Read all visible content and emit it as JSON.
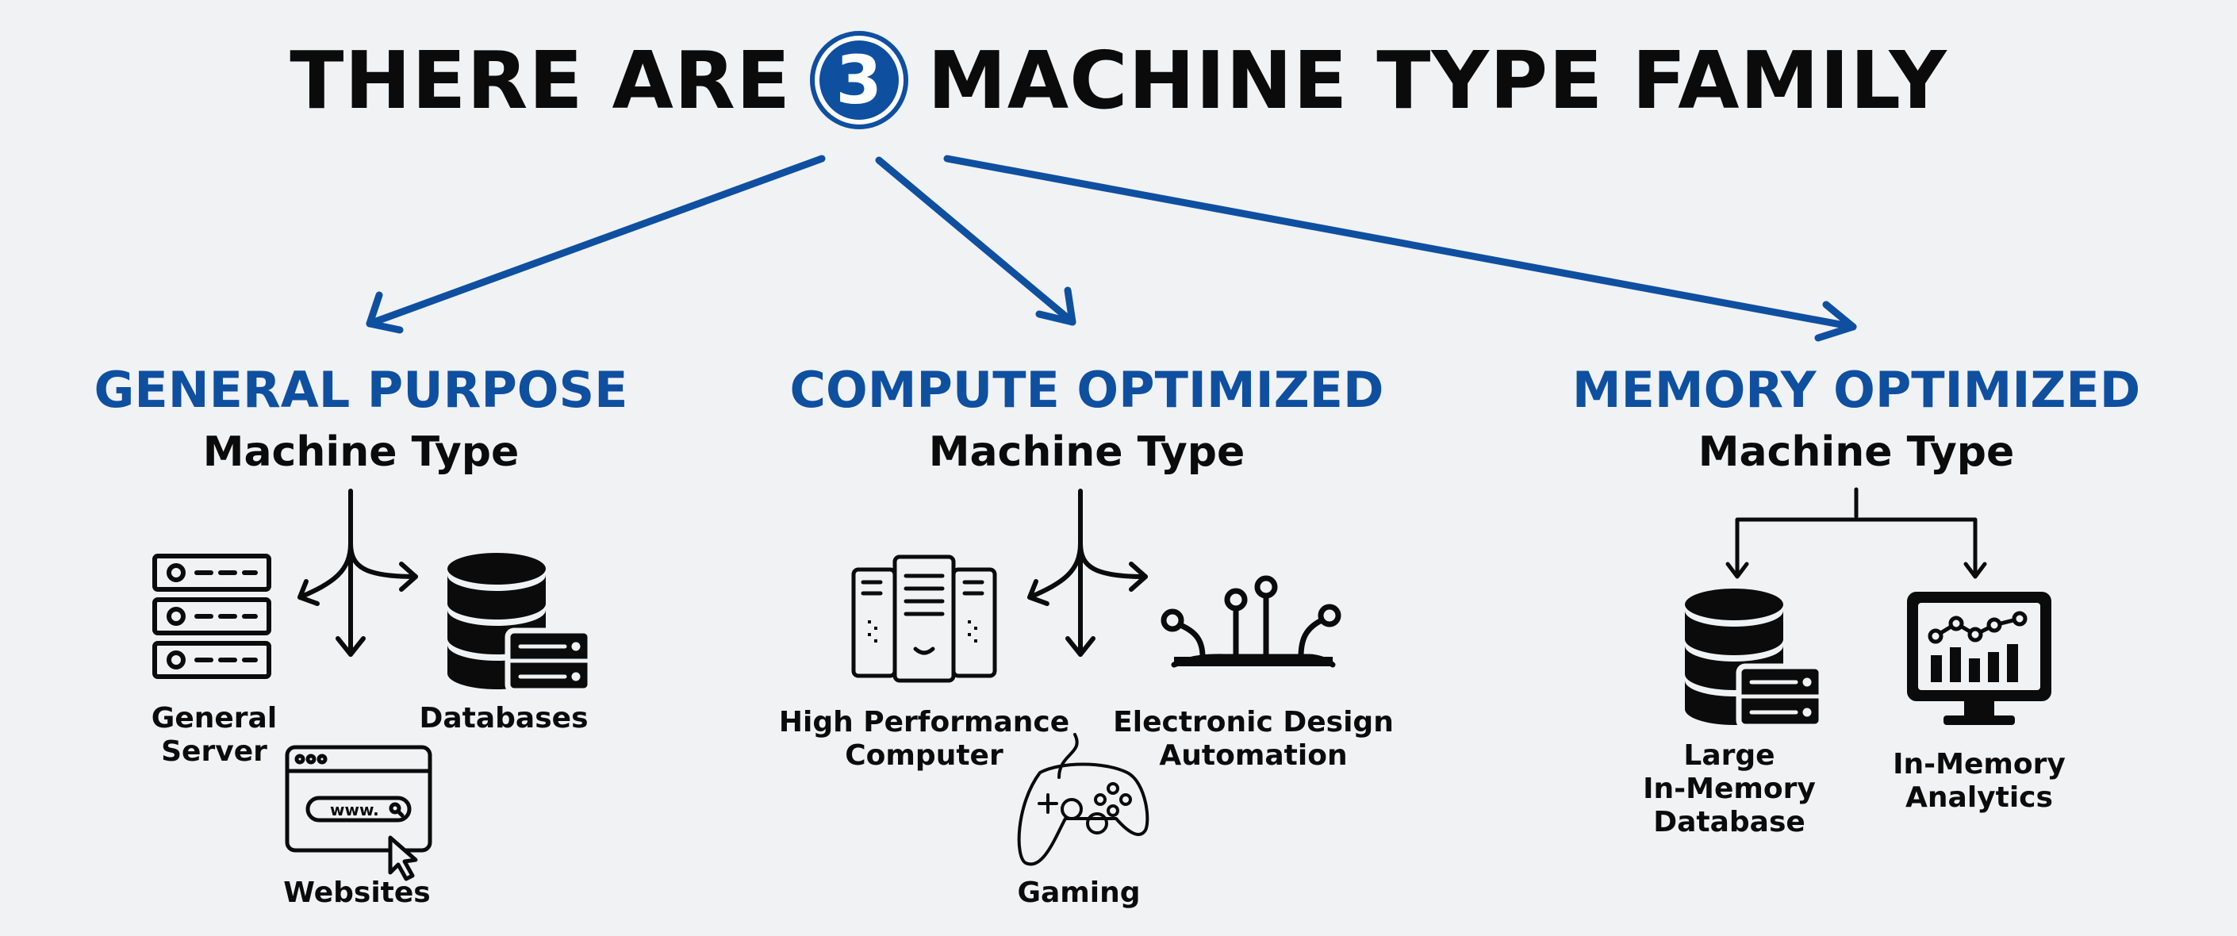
{
  "title": {
    "prefix": "THERE ARE",
    "number": "3",
    "suffix": "MACHINE TYPE FAMILY"
  },
  "colors": {
    "accent": "#0f4fa0",
    "background": "#f0f2f4",
    "text": "#0b0b0b"
  },
  "families": [
    {
      "name": "GENERAL PURPOSE",
      "subtitle": "Machine Type",
      "uses": [
        {
          "label": "General\nServer",
          "icon": "server-rack-icon"
        },
        {
          "label": "Databases",
          "icon": "database-icon"
        },
        {
          "label": "Websites",
          "icon": "browser-window-icon"
        }
      ]
    },
    {
      "name": "COMPUTE OPTIMIZED",
      "subtitle": "Machine Type",
      "uses": [
        {
          "label": "High Performance\nComputer",
          "icon": "server-tower-icon"
        },
        {
          "label": "Electronic Design\nAutomation",
          "icon": "circuit-icon"
        },
        {
          "label": "Gaming",
          "icon": "gamepad-icon"
        }
      ]
    },
    {
      "name": "MEMORY OPTIMIZED",
      "subtitle": "Machine Type",
      "uses": [
        {
          "label": "Large\nIn-Memory\nDatabase",
          "icon": "database-icon"
        },
        {
          "label": "In-Memory\nAnalytics",
          "icon": "analytics-monitor-icon"
        }
      ]
    }
  ]
}
